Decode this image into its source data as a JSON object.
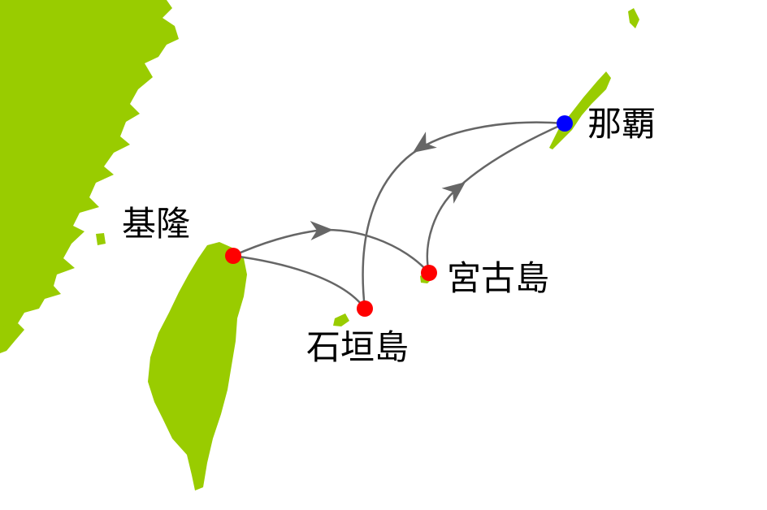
{
  "map": {
    "colors": {
      "land": "#99cc00",
      "route": "#666666",
      "port": "#ff0000",
      "origin_port": "#0000ff",
      "sea": "#ffffff"
    },
    "ports": [
      {
        "id": "naha",
        "label": "那覇",
        "role": "origin",
        "color": "#0000ff"
      },
      {
        "id": "keelung",
        "label": "基隆",
        "role": "stop",
        "color": "#ff0000"
      },
      {
        "id": "miyako",
        "label": "宮古島",
        "role": "stop",
        "color": "#ff0000"
      },
      {
        "id": "ishigaki",
        "label": "石垣島",
        "role": "stop",
        "color": "#ff0000"
      }
    ],
    "routes": [
      {
        "from": "naha",
        "to": "ishigaki"
      },
      {
        "from": "ishigaki",
        "to": "keelung"
      },
      {
        "from": "keelung",
        "to": "miyako"
      },
      {
        "from": "miyako",
        "to": "naha"
      }
    ],
    "icons": [
      "arrowhead-icon"
    ]
  }
}
